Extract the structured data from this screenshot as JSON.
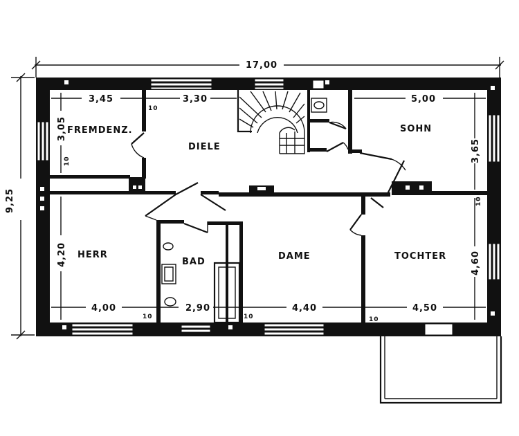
{
  "overall": {
    "width": "17,00",
    "depth": "9,25"
  },
  "rooms": {
    "fremdenz": "FREMDENZ.",
    "diele": "DIELE",
    "sohn": "SOHN",
    "herr": "HERR",
    "bad": "BAD",
    "dame": "DAME",
    "tochter": "TOCHTER"
  },
  "dims": {
    "top_fremdenz": "3,45",
    "top_diele": "3,30",
    "top_sohn": "5,00",
    "bottom_herr": "4,00",
    "bottom_bad": "2,90",
    "bottom_dame": "4,40",
    "bottom_tochter": "4,50",
    "left_fremdenz": "3,05",
    "left_herr": "4,20",
    "right_sohn": "3,65",
    "right_tochter": "4,60",
    "wall_10": "10"
  }
}
